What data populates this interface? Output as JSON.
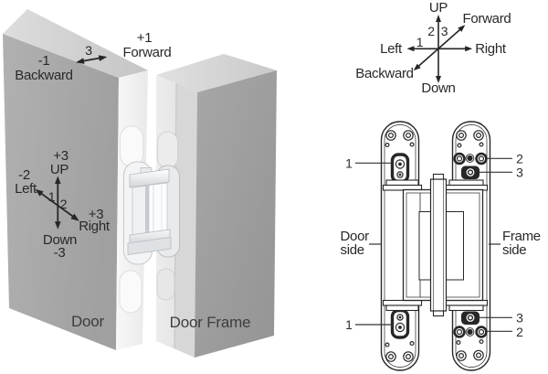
{
  "illustration": {
    "backward_value": "-1",
    "backward_label": "Backward",
    "depth_amount": "3",
    "forward_value": "+1",
    "forward_label": "Forward",
    "up_value": "+3",
    "up_label": "UP",
    "left_value": "-2",
    "left_label": "Left",
    "axis_num_left": "1",
    "axis_num_right": "2",
    "right_value": "+3",
    "right_label": "Right",
    "down_label": "Down",
    "down_value": "-3",
    "door_label": "Door",
    "door_frame_label": "Door Frame"
  },
  "axis_legend": {
    "up": "UP",
    "forward": "Forward",
    "left": "Left",
    "right": "Right",
    "backward": "Backward",
    "down": "Down",
    "num_1": "1",
    "num_2": "2",
    "num_3": "3"
  },
  "hinge_view": {
    "door_side_line1": "Door",
    "door_side_line2": "side",
    "frame_side_line1": "Frame",
    "frame_side_line2": "side",
    "callout_top_left": "1",
    "callout_top_right_first": "2",
    "callout_top_right_second": "3",
    "callout_bottom_left": "1",
    "callout_bottom_right_first": "3",
    "callout_bottom_right_second": "2"
  },
  "colors": {
    "line": "#272727",
    "door_face": "#a8a8a8",
    "frame_face": "#9c9c9c",
    "background": "#ffffff"
  }
}
